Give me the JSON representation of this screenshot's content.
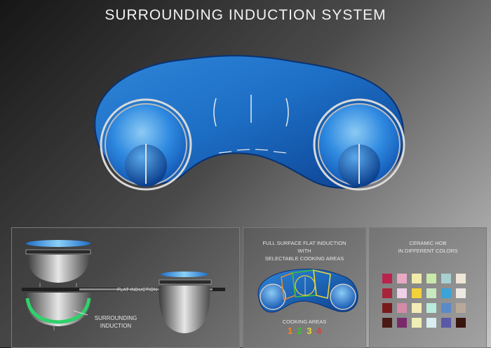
{
  "title": "SURROUNDING INDUCTION SYSTEM",
  "panel1": {
    "flat_label": "FLAT INDUCTION",
    "surround_label_line1": "SURROUNDING",
    "surround_label_line2": "INDUCTION"
  },
  "panel2": {
    "heading_line1": "FULL SURFACE FLAT INDUCTION",
    "heading_line2": "WITH",
    "heading_line3": "SELECTABLE COOKING AREAS",
    "areas_label": "COOKING AREAS",
    "area_numbers": [
      {
        "n": "1",
        "color": "#e8892b"
      },
      {
        "n": "2",
        "color": "#3bbf3b"
      },
      {
        "n": "3",
        "color": "#e6d23a"
      },
      {
        "n": "4",
        "color": "#e83a3a"
      }
    ]
  },
  "panel3": {
    "heading_line1": "CERAMIC HOB",
    "heading_line2": "IN DIFFERENT COLORS",
    "swatches": [
      "#b8244e",
      "#e8a8c4",
      "#f1eaa8",
      "#c8eaa8",
      "#a8d0d0",
      "#eee6d6",
      "#a8243a",
      "#efd0e6",
      "#f2d23a",
      "#c8e8c0",
      "#3aa4d8",
      "#ece8e2",
      "#7a1a1a",
      "#d48aa8",
      "#f4ecb6",
      "#b8ecda",
      "#5a8ac8",
      "#b8a89a",
      "#4a1a12",
      "#7a2a6a",
      "#eeeeb6",
      "#d8eef0",
      "#5a58a8",
      "#3a140e"
    ]
  }
}
